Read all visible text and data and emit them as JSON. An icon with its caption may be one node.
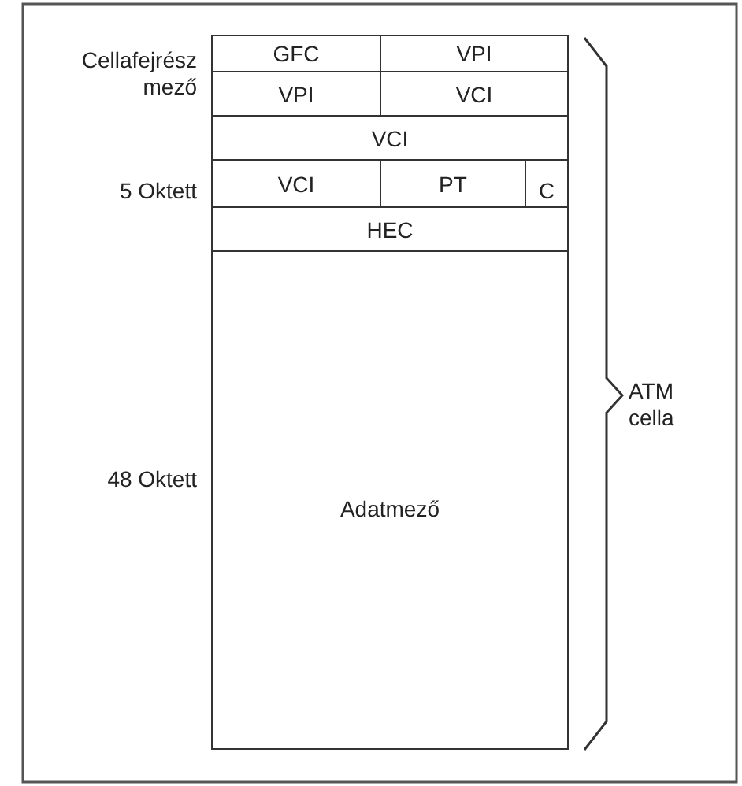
{
  "diagram": {
    "nodes": [
      {
        "text": [
          "GFC"
        ]
      },
      {
        "text": [
          "VPI"
        ]
      },
      {
        "text": [
          "VPI"
        ]
      },
      {
        "text": [
          "VCI"
        ]
      },
      {
        "text": [
          "VCI"
        ]
      },
      {
        "text": [
          "VCI"
        ]
      },
      {
        "text": [
          "PT"
        ]
      },
      {
        "text": [
          "C"
        ]
      },
      {
        "text": [
          "HEC"
        ]
      },
      {
        "text": [
          "Adatmező"
        ]
      }
    ],
    "labels": [
      "Cellafejrész mező",
      "5 Oktett",
      "48 Oktett",
      "ATM cella"
    ]
  }
}
